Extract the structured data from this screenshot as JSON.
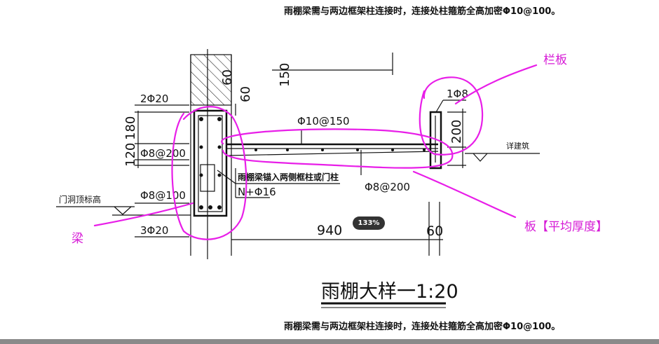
{
  "notes": {
    "top": "雨棚梁需与两边框架柱连接时，连接处柱箍筋全高加密Φ10@100。",
    "bottom": "雨棚梁需与两边框架柱连接时，连接处柱箍筋全高加密Φ10@100。"
  },
  "drawing": {
    "title": "雨棚大样一1:20",
    "labels": {
      "top_bars": "2Φ20",
      "slab_bars_left": "Φ8@200",
      "stirrups": "Φ8@100",
      "bottom_bars": "3Φ20",
      "door_top_elevation": "门洞顶标高",
      "anchor_note": "雨棚梁锚入两侧框柱或门柱",
      "side_bars": "N+Φ16",
      "slab_top_bars": "Φ10@150",
      "slab_dist_bars": "Φ8@200",
      "parapet_bar": "1Φ8",
      "see_arch": "详建筑"
    },
    "dimensions": {
      "d180": "180",
      "d120": "120",
      "d60_wall": "60",
      "d60_top": "60",
      "d150": "150",
      "d200": "200",
      "d940": "940",
      "d60_right": "60"
    }
  },
  "annotations": {
    "parapet": "栏板",
    "slab": "板【平均厚度】",
    "beam": "梁"
  },
  "viewer": {
    "zoom": "133%"
  },
  "colors": {
    "annotation": "#e81ee8",
    "ink": "#111111"
  }
}
